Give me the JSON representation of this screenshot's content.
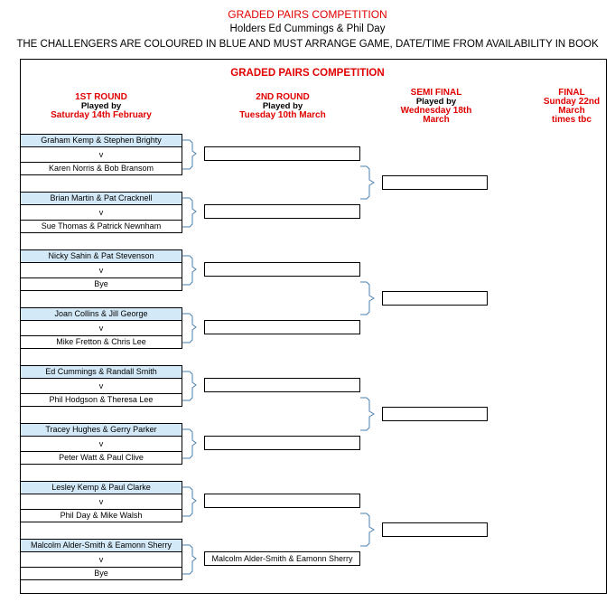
{
  "header": {
    "title": "GRADED PAIRS COMPETITION",
    "holders": "Holders Ed Cummings & Phil Day",
    "note": "THE CHALLENGERS ARE COLOURED IN BLUE AND MUST ARRANGE GAME, DATE/TIME FROM AVAILABILITY IN BOOK"
  },
  "bracket": {
    "title": "GRADED PAIRS COMPETITION",
    "rounds": [
      {
        "name": "1ST ROUND",
        "line2": "Played by",
        "line3": "Saturday 14th February"
      },
      {
        "name": "2ND ROUND",
        "line2": "Played by",
        "line3": "Tuesday 10th March"
      },
      {
        "name": "SEMI FINAL",
        "line2": "Played by",
        "line3": "Wednesday 18th",
        "line4": "March"
      },
      {
        "name": "FINAL",
        "line2": "Sunday  22nd",
        "line3": "March",
        "line4": "times tbc"
      }
    ],
    "vs_label": "v",
    "matches": [
      {
        "challenger": "Graham Kemp & Stephen Brighty",
        "opponent": "Karen Norris & Bob Bransom"
      },
      {
        "challenger": "Brian Martin & Pat Cracknell",
        "opponent": "Sue Thomas & Patrick Newnham"
      },
      {
        "challenger": "Nicky Sahin & Pat Stevenson",
        "opponent": "Bye"
      },
      {
        "challenger": "Joan Collins & Jill George",
        "opponent": "Mike Fretton & Chris Lee"
      },
      {
        "challenger": "Ed Cummings & Randall Smith",
        "opponent": "Phil Hodgson & Theresa Lee"
      },
      {
        "challenger": "Tracey Hughes & Gerry Parker",
        "opponent": "Peter Watt & Paul Clive"
      },
      {
        "challenger": "Lesley Kemp & Paul Clarke",
        "opponent": "Phil Day & Mike Walsh"
      },
      {
        "challenger": "Malcolm Alder-Smith & Eamonn Sherry",
        "opponent": "Bye"
      }
    ],
    "round2": [
      "",
      "",
      "",
      "",
      "",
      "",
      "",
      "Malcolm Alder-Smith & Eamonn Sherry"
    ],
    "semi": [
      "",
      "",
      "",
      ""
    ]
  }
}
